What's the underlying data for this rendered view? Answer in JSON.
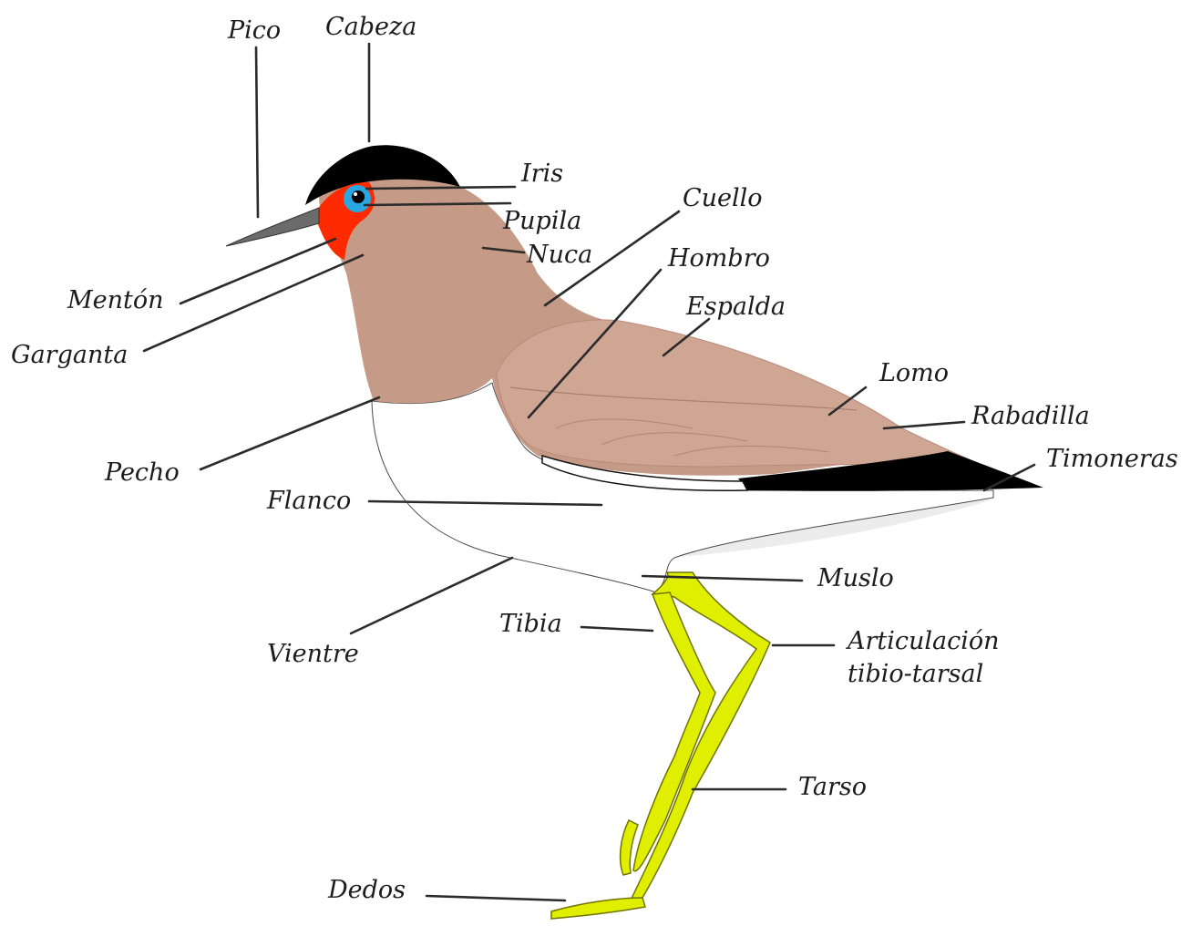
{
  "diagram": {
    "colors": {
      "plumage_brown": "#c59a86",
      "cap_black": "#000000",
      "face_red": "#ff2a00",
      "iris_blue": "#2aa6e0",
      "legs_yellow": "#e0ef00",
      "leader_lines": "#2b2b2b"
    },
    "labels": {
      "pico": "Pico",
      "cabeza": "Cabeza",
      "iris": "Iris",
      "pupila": "Pupila",
      "nuca": "Nuca",
      "cuello": "Cuello",
      "hombro": "Hombro",
      "espalda": "Espalda",
      "lomo": "Lomo",
      "rabadilla": "Rabadilla",
      "timoneras": "Timoneras",
      "menton": "Mentón",
      "garganta": "Garganta",
      "pecho": "Pecho",
      "flanco": "Flanco",
      "muslo": "Muslo",
      "tibia": "Tibia",
      "vientre": "Vientre",
      "articulacion": "Articulación\ntibio-tarsal",
      "tarso": "Tarso",
      "dedos": "Dedos"
    }
  }
}
